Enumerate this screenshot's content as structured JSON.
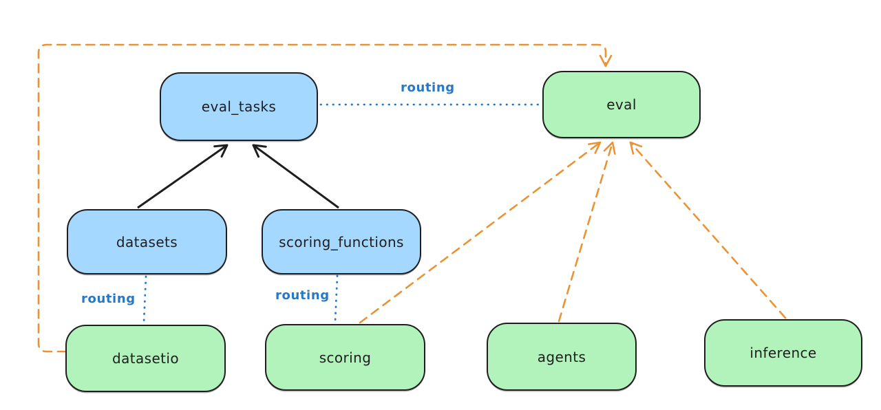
{
  "diagram": {
    "nodes": {
      "eval_tasks": {
        "label": "eval_tasks",
        "fill": "blue"
      },
      "eval": {
        "label": "eval",
        "fill": "green"
      },
      "datasets": {
        "label": "datasets",
        "fill": "blue"
      },
      "scoring_functions": {
        "label": "scoring_functions",
        "fill": "blue"
      },
      "datasetio": {
        "label": "datasetio",
        "fill": "green"
      },
      "scoring": {
        "label": "scoring",
        "fill": "green"
      },
      "agents": {
        "label": "agents",
        "fill": "green"
      },
      "inference": {
        "label": "inference",
        "fill": "green"
      }
    },
    "edges": [
      {
        "from": "datasets",
        "to": "eval_tasks",
        "style": "solid-arrow",
        "color": "black",
        "label": ""
      },
      {
        "from": "scoring_functions",
        "to": "eval_tasks",
        "style": "solid-arrow",
        "color": "black",
        "label": ""
      },
      {
        "from": "eval_tasks",
        "to": "eval",
        "style": "dotted-line",
        "color": "blue",
        "label": "routing"
      },
      {
        "from": "datasets",
        "to": "datasetio",
        "style": "dotted-line",
        "color": "blue",
        "label": "routing"
      },
      {
        "from": "scoring_functions",
        "to": "scoring",
        "style": "dotted-line",
        "color": "blue",
        "label": "routing"
      },
      {
        "from": "datasetio",
        "to": "eval",
        "style": "dashed-arrow",
        "color": "orange",
        "label": ""
      },
      {
        "from": "scoring",
        "to": "eval",
        "style": "dashed-arrow",
        "color": "orange",
        "label": ""
      },
      {
        "from": "agents",
        "to": "eval",
        "style": "dashed-arrow",
        "color": "orange",
        "label": ""
      },
      {
        "from": "inference",
        "to": "eval",
        "style": "dashed-arrow",
        "color": "orange",
        "label": ""
      }
    ]
  },
  "colors": {
    "blue_fill": "#a5d8ff",
    "green_fill": "#b2f2bb",
    "stroke": "#1e1e1e",
    "routing_blue": "#2778c7",
    "orange": "#ea9335",
    "background": "#ffffff"
  }
}
